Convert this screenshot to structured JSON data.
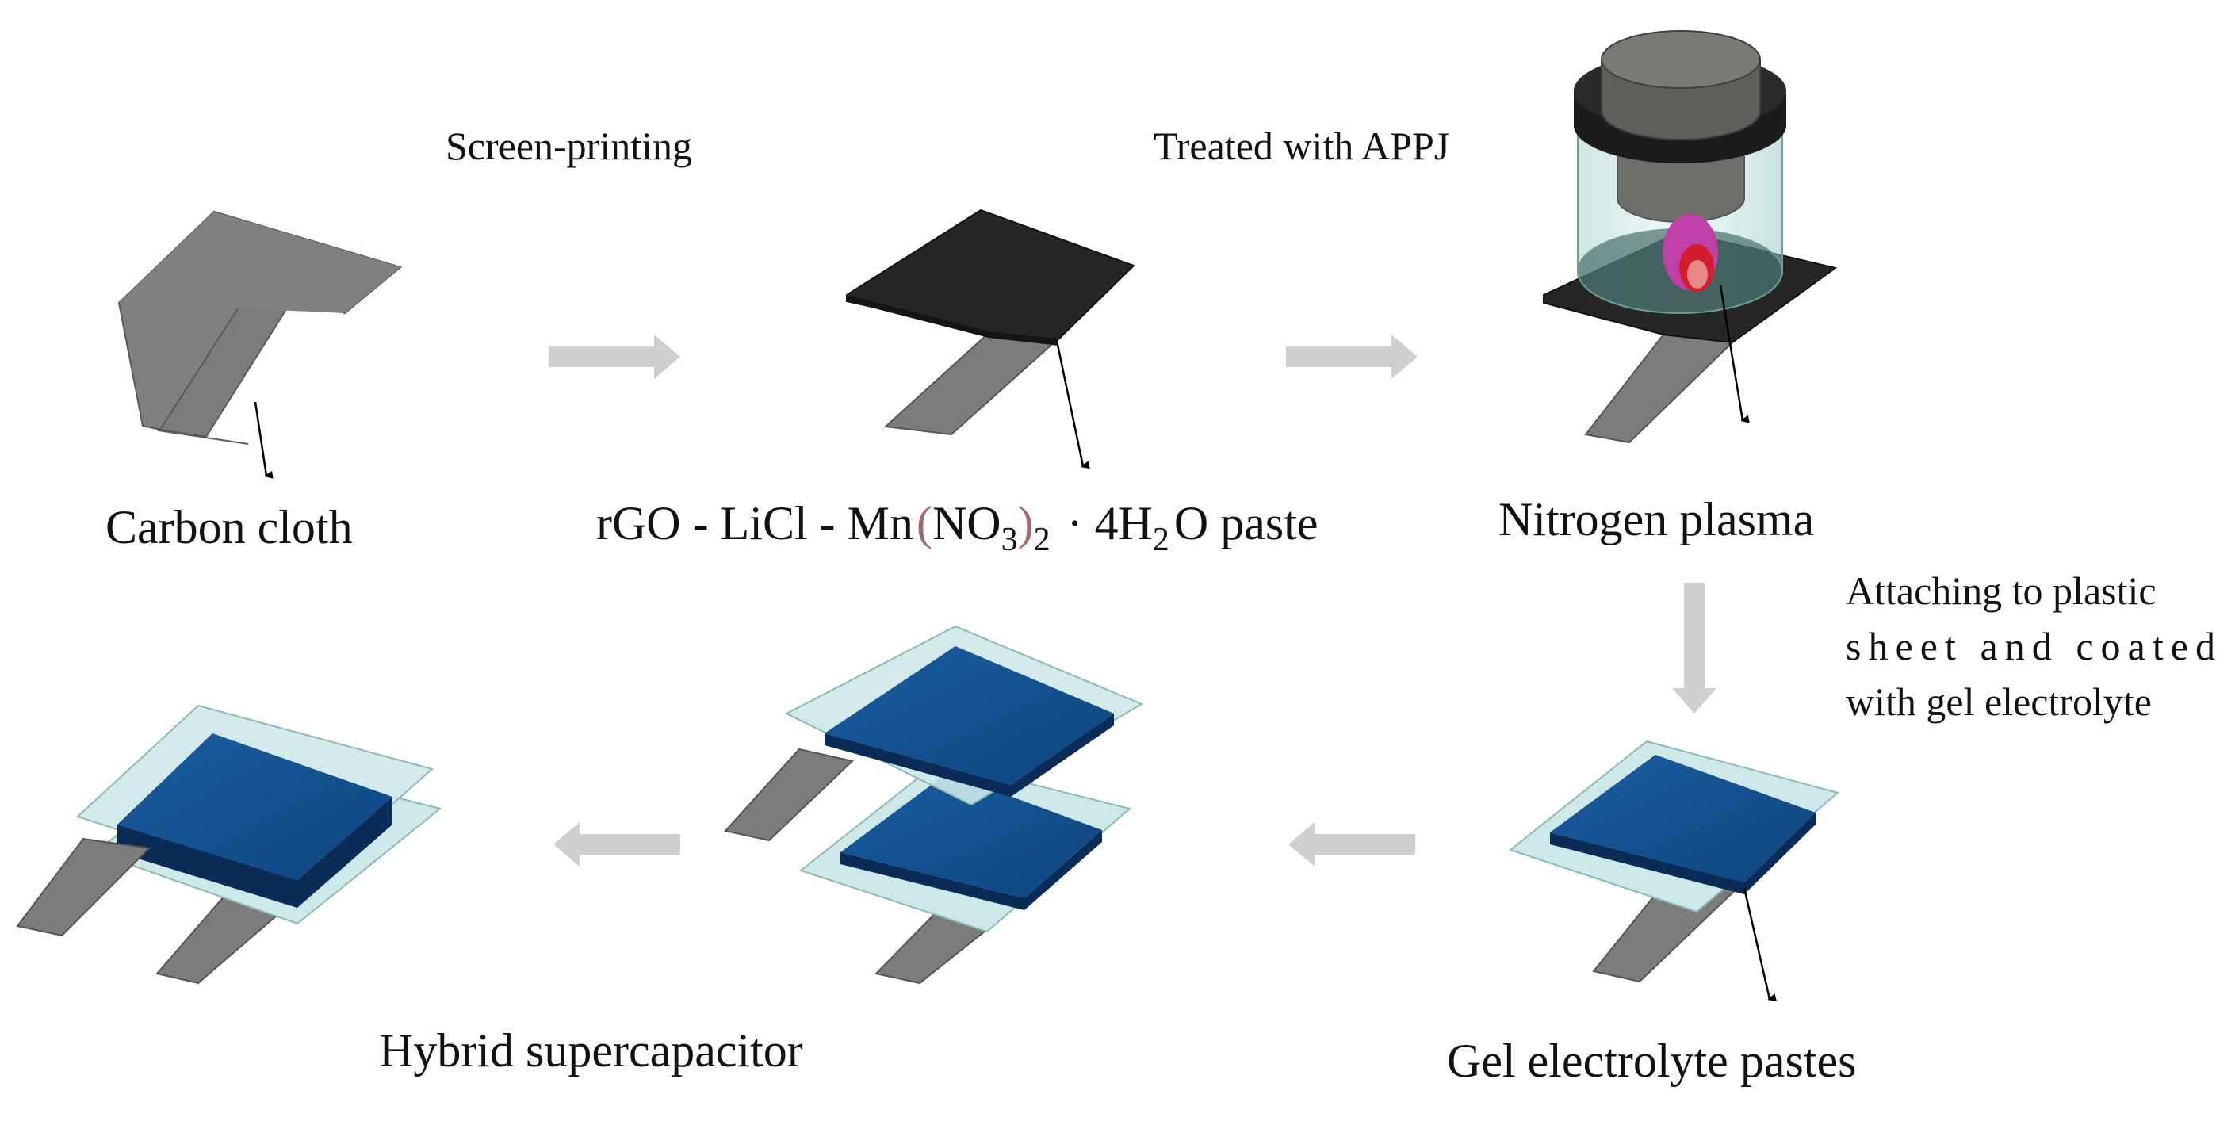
{
  "steps": {
    "screen_printing": "Screen-printing",
    "treated_appj": "Treated with APPJ",
    "attaching": [
      "Attaching to plastic",
      "sheet and coated",
      "with gel electrolyte"
    ]
  },
  "labels": {
    "carbon_cloth": "Carbon cloth",
    "paste": {
      "a": "rGO - LiCl - Mn",
      "open": "(",
      "no": "NO",
      "sub3": "3",
      "close": ")",
      "sub2": "2",
      "b": " · 4H",
      "sub_h2": "2",
      "c": "O paste"
    },
    "nitrogen_plasma": "Nitrogen plasma",
    "gel_electrolyte": "Gel electrolyte pastes",
    "hybrid": "Hybrid supercapacitor"
  },
  "colors": {
    "cloth": "#808080",
    "coating": "#262626",
    "electrode_blue": "#104a86",
    "sheet": "#cde8e8",
    "process_arrow": "#cfcfcf",
    "plasma_outer": "#c040a8",
    "plasma_inner": "#d21e2e"
  }
}
